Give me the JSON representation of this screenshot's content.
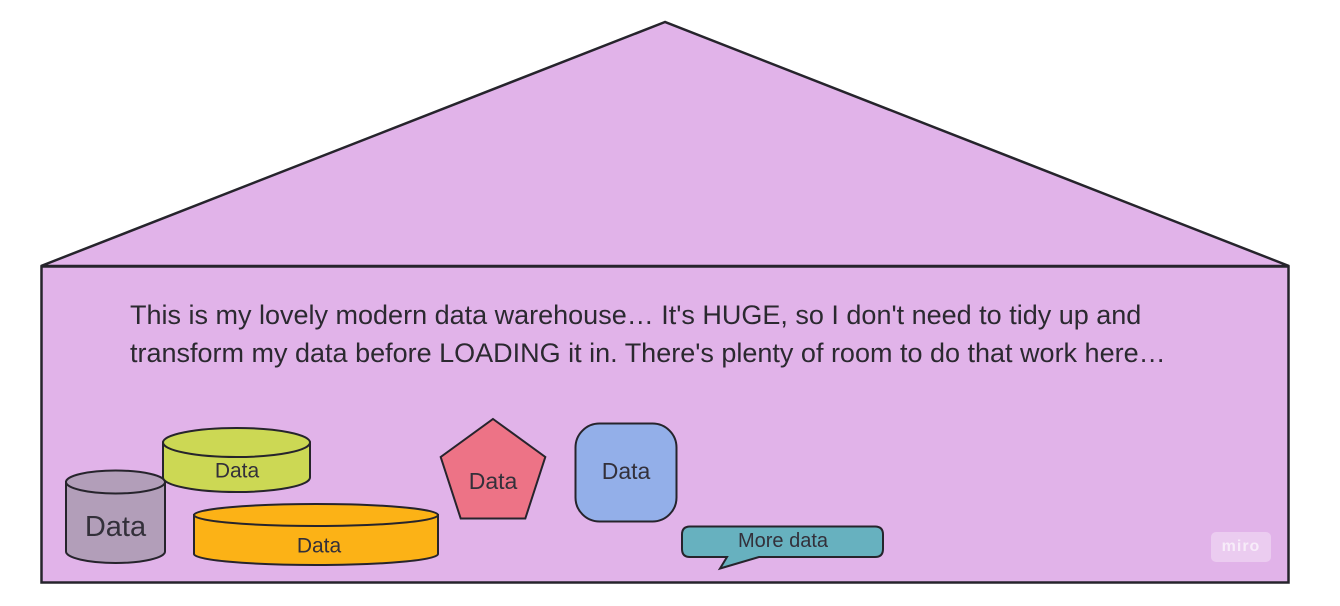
{
  "house": {
    "fill": "#e1b3e9",
    "caption_line1": "This is my lovely modern data warehouse… It's HUGE, so I don't need to tidy up and",
    "caption_line2": "transform my data before LOADING it in. There's plenty of room to do that work here…"
  },
  "shapes": [
    {
      "name": "purple-cylinder",
      "type": "cylinder",
      "label": "Data",
      "fill": "#b29eb9"
    },
    {
      "name": "green-cylinder",
      "type": "cylinder",
      "label": "Data",
      "fill": "#ccd854"
    },
    {
      "name": "orange-cylinder",
      "type": "cylinder",
      "label": "Data",
      "fill": "#fcb216"
    },
    {
      "name": "red-pentagon",
      "type": "pentagon",
      "label": "Data",
      "fill": "#ed7386"
    },
    {
      "name": "blue-rounded-square",
      "type": "rounded-square",
      "label": "Data",
      "fill": "#93afe9"
    },
    {
      "name": "teal-speech-bubble",
      "type": "speech-bubble",
      "label": "More data",
      "fill": "#67b1bf"
    }
  ],
  "watermark": {
    "label": "miro"
  }
}
